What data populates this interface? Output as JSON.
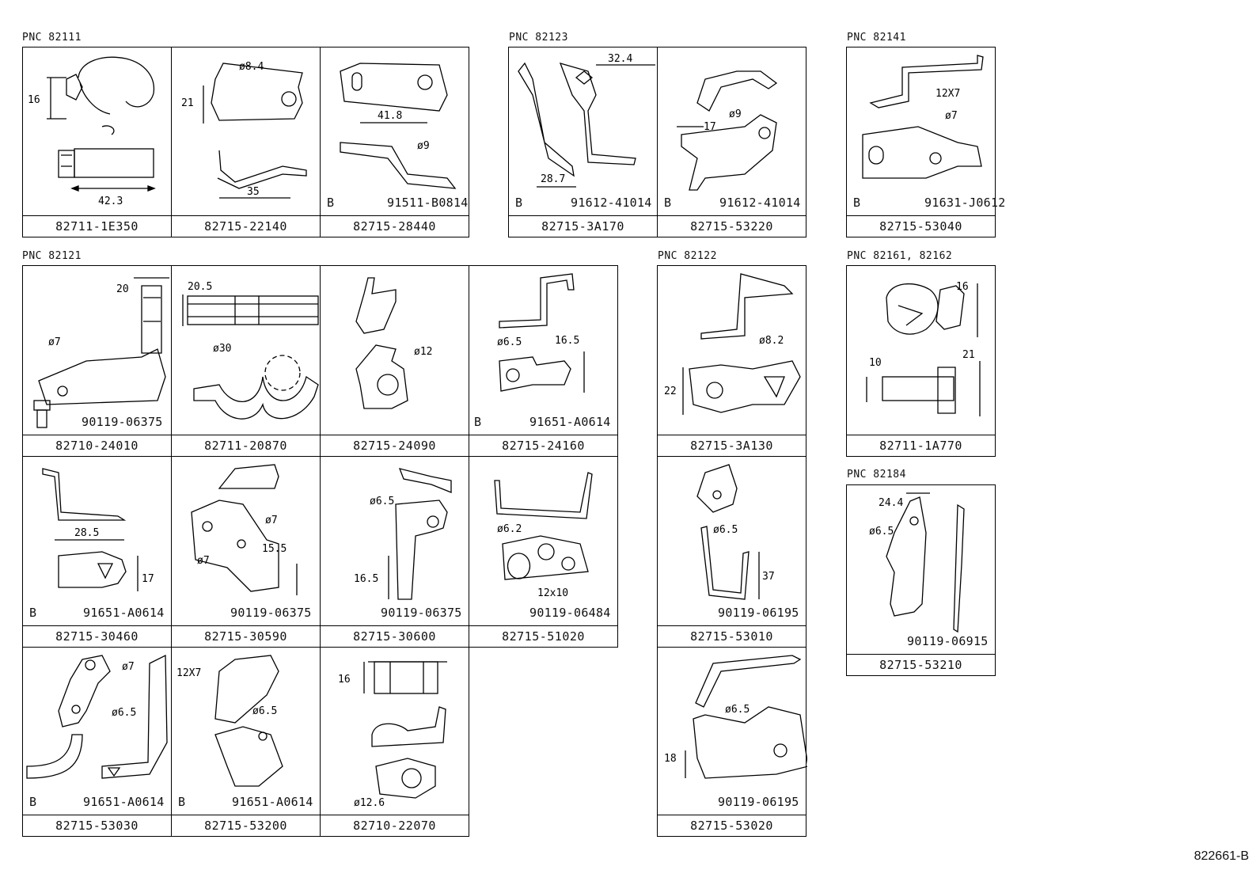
{
  "pnc_labels": {
    "g1": "PNC 82111",
    "g2": "PNC 82123",
    "g3": "PNC 82141",
    "g4": "PNC 82121",
    "g5": "PNC 82122",
    "g6": "PNC 82161, 82162",
    "g7": "PNC 82184"
  },
  "parts": {
    "c1": {
      "pn": "82711-1E350",
      "dims": [
        "16",
        "42.3"
      ]
    },
    "c2": {
      "pn": "82715-22140",
      "dims": [
        "ø8.4",
        "21",
        "35"
      ]
    },
    "c3": {
      "pn": "82715-28440",
      "dims": [
        "41.8",
        "ø9"
      ],
      "ref": "91511-B0814"
    },
    "c4": {
      "pn": "82715-3A170",
      "dims": [
        "32.4",
        "28.7"
      ],
      "ref": "91612-41014"
    },
    "c5": {
      "pn": "82715-53220",
      "dims": [
        "17",
        "ø9"
      ],
      "ref": "91612-41014"
    },
    "c6": {
      "pn": "82715-53040",
      "dims": [
        "12X7",
        "ø7"
      ],
      "ref": "91631-J0612"
    },
    "c7": {
      "pn": "82710-24010",
      "dims": [
        "20",
        "ø7"
      ],
      "ref": "90119-06375"
    },
    "c8": {
      "pn": "82711-20870",
      "dims": [
        "20.5",
        "ø30"
      ]
    },
    "c9": {
      "pn": "82715-24090",
      "dims": [
        "ø12"
      ]
    },
    "c10": {
      "pn": "82715-24160",
      "dims": [
        "ø6.5",
        "16.5"
      ],
      "ref": "91651-A0614"
    },
    "c11": {
      "pn": "82715-3A130",
      "dims": [
        "ø8.2",
        "22"
      ]
    },
    "c12": {
      "pn": "82711-1A770",
      "dims": [
        "16",
        "10",
        "21"
      ]
    },
    "c13": {
      "pn": "82715-30460",
      "dims": [
        "28.5",
        "17"
      ],
      "ref": "91651-A0614"
    },
    "c14": {
      "pn": "82715-30590",
      "dims": [
        "ø7",
        "ø7",
        "15.5"
      ],
      "ref": "90119-06375"
    },
    "c15": {
      "pn": "82715-30600",
      "dims": [
        "ø6.5",
        "16.5"
      ],
      "ref": "90119-06375"
    },
    "c16": {
      "pn": "82715-51020",
      "dims": [
        "ø6.2",
        "12x10"
      ],
      "ref": "90119-06484"
    },
    "c17": {
      "pn": "82715-53010",
      "dims": [
        "ø6.5",
        "37"
      ],
      "ref": "90119-06195"
    },
    "c18": {
      "pn": "82715-53210",
      "dims": [
        "24.4",
        "ø6.5"
      ],
      "ref": "90119-06915"
    },
    "c19": {
      "pn": "82715-53030",
      "dims": [
        "ø7",
        "ø6.5"
      ],
      "ref": "91651-A0614"
    },
    "c20": {
      "pn": "82715-53200",
      "dims": [
        "12X7",
        "ø6.5"
      ],
      "ref": "91651-A0614"
    },
    "c21": {
      "pn": "82710-22070",
      "dims": [
        "16",
        "ø12.6"
      ]
    },
    "c22": {
      "pn": "82715-53020",
      "dims": [
        "ø6.5",
        "18"
      ],
      "ref": "90119-06195"
    }
  },
  "bolt_marker": "B",
  "doc_id": "822661-B"
}
